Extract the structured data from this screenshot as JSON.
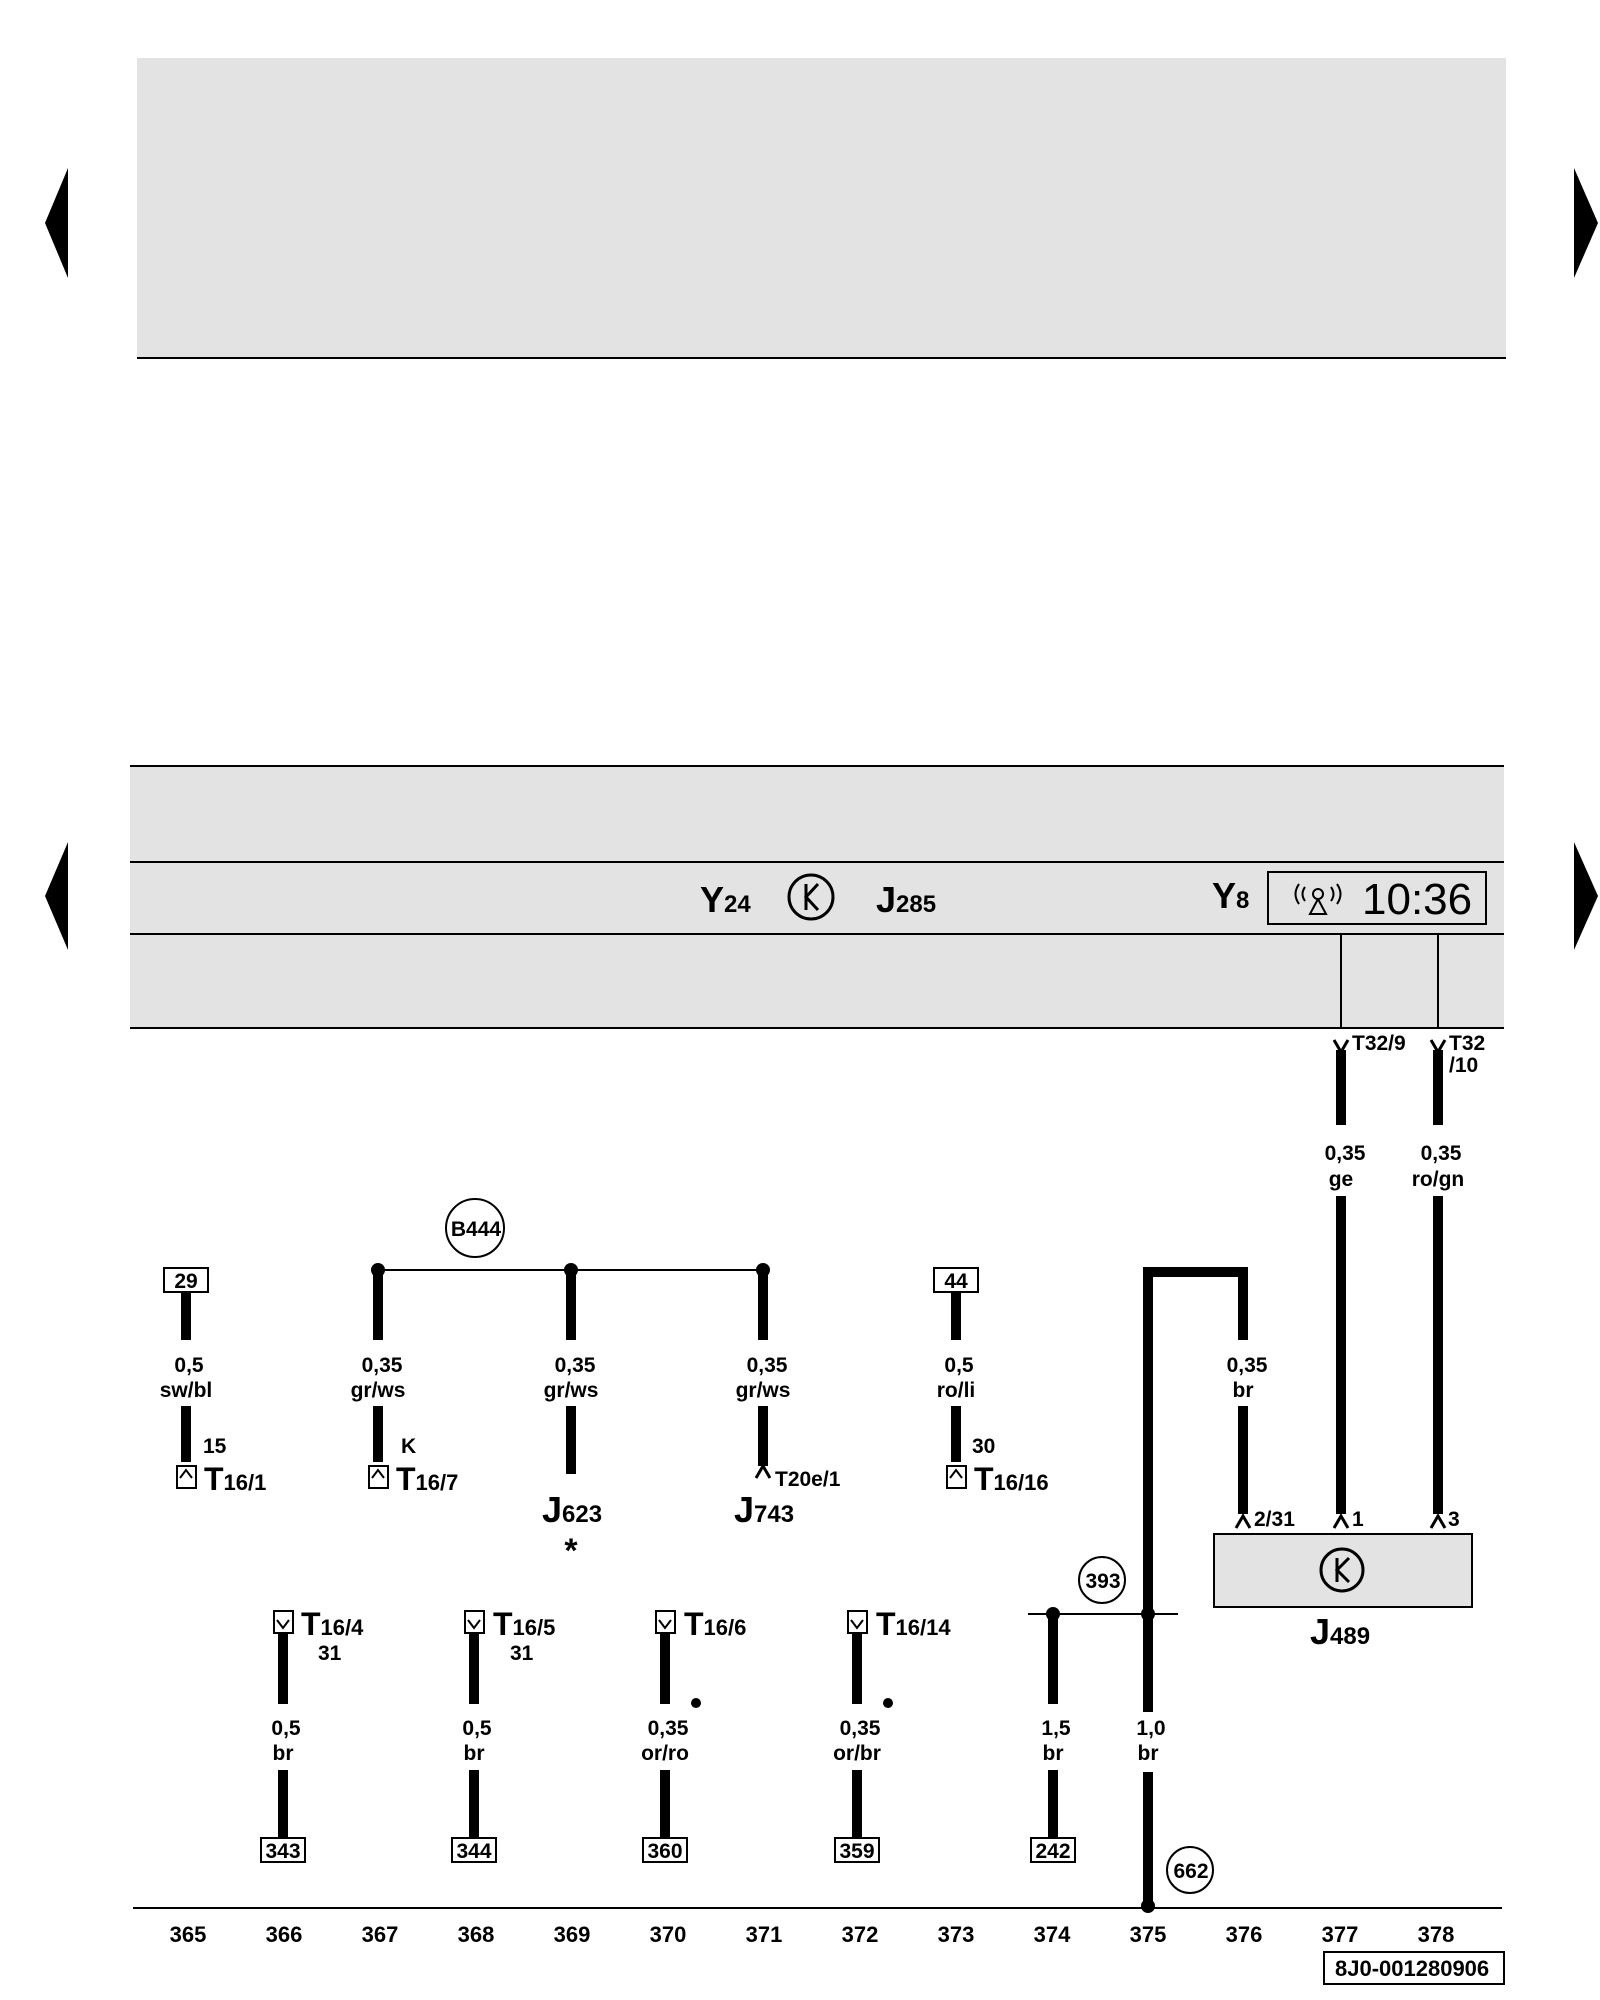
{
  "header_panel": {
    "fill": "#e3e3e3"
  },
  "band": {
    "fill": "#e3e3e3",
    "components": {
      "y24": {
        "main": "Y",
        "sub": "24"
      },
      "j285": {
        "main": "J",
        "sub": "285"
      },
      "y8": {
        "main": "Y",
        "sub": "8"
      },
      "clock_time": "10:36"
    },
    "pins": {
      "t32_9": "T32/9",
      "t32_10_top": "T32",
      "t32_10_bottom": "/10"
    }
  },
  "wires": [
    {
      "id": "w-y8-ge",
      "gauge": "0,35",
      "color": "ge"
    },
    {
      "id": "w-y8-rogn",
      "gauge": "0,35",
      "color": "ro/gn"
    },
    {
      "id": "w-29",
      "gauge": "0,5",
      "color": "sw/bl"
    },
    {
      "id": "w-t167",
      "gauge": "0,35",
      "color": "gr/ws"
    },
    {
      "id": "w-j623",
      "gauge": "0,35",
      "color": "gr/ws"
    },
    {
      "id": "w-j743",
      "gauge": "0,35",
      "color": "gr/ws"
    },
    {
      "id": "w-44",
      "gauge": "0,5",
      "color": "ro/li"
    },
    {
      "id": "w-j489-br",
      "gauge": "0,35",
      "color": "br"
    },
    {
      "id": "w-t164",
      "gauge": "0,5",
      "color": "br"
    },
    {
      "id": "w-t165",
      "gauge": "0,5",
      "color": "br"
    },
    {
      "id": "w-t166",
      "gauge": "0,35",
      "color": "or/ro"
    },
    {
      "id": "w-t1614",
      "gauge": "0,35",
      "color": "or/br"
    },
    {
      "id": "w-242",
      "gauge": "1,5",
      "color": "br"
    },
    {
      "id": "w-375",
      "gauge": "1,0",
      "color": "br"
    }
  ],
  "boxes": {
    "b29": "29",
    "b44": "44",
    "b343": "343",
    "b344": "344",
    "b360": "360",
    "b359": "359",
    "b242": "242"
  },
  "circles": {
    "b444": "B444",
    "c393": "393",
    "c662": "662"
  },
  "connectors": {
    "t16_1": {
      "main": "T",
      "sub": "16/1",
      "pin": "15"
    },
    "t16_7": {
      "main": "T",
      "sub": "16/7",
      "pin": "K"
    },
    "t16_16": {
      "main": "T",
      "sub": "16/16",
      "pin": "30"
    },
    "t16_4": {
      "main": "T",
      "sub": "16/4",
      "pin": "31"
    },
    "t16_5": {
      "main": "T",
      "sub": "16/5",
      "pin": "31"
    },
    "t16_6": {
      "main": "T",
      "sub": "16/6"
    },
    "t16_14": {
      "main": "T",
      "sub": "16/14"
    },
    "t20e_1": "T20e/1"
  },
  "components": {
    "j623": {
      "main": "J",
      "sub": "623",
      "mark": "*"
    },
    "j743": {
      "main": "J",
      "sub": "743"
    },
    "j489": {
      "main": "J",
      "sub": "489",
      "pin_a": "2/31",
      "pin_b": "1",
      "pin_c": "3",
      "fill": "#e3e3e3"
    }
  },
  "axis": [
    "365",
    "366",
    "367",
    "368",
    "369",
    "370",
    "371",
    "372",
    "373",
    "374",
    "375",
    "376",
    "377",
    "378"
  ],
  "reference": "8J0-001280906"
}
